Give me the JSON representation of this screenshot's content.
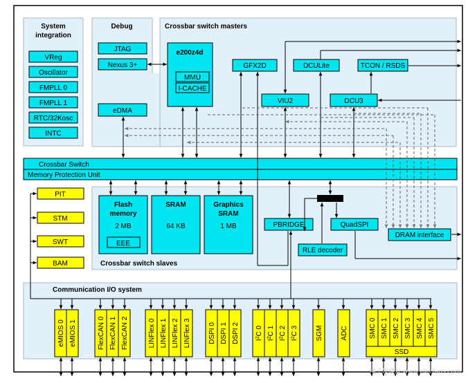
{
  "system_integration": {
    "title_line1": "System",
    "title_line2": "integration",
    "items": [
      "VReg",
      "Oscillator",
      "FMPLL 0",
      "FMPLL 1",
      "RTC/32Kosc",
      "INTC"
    ]
  },
  "debug": {
    "title": "Debug",
    "items": [
      "JTAG",
      "Nexus 3+"
    ]
  },
  "masters": {
    "title": "Crossbar switch masters",
    "core": {
      "title": "e200z4d",
      "items": [
        "MMU",
        "I-CACHE"
      ]
    },
    "edma": "eDMA",
    "gfx2d": "GFX2D",
    "dculite": "DCULite",
    "tcon": "TCON / RSDS",
    "viu2": "VIU2",
    "dcu3": "DCU3"
  },
  "crossbar": {
    "switch_label": "Crossbar Switch",
    "mpu_label": "Memory Protection Unit"
  },
  "timers": [
    "PIT",
    "STM",
    "SWT",
    "BAM"
  ],
  "slaves": {
    "title": "Crossbar switch slaves",
    "flash": {
      "line1": "Flash",
      "line2": "memory",
      "size": "2 MB",
      "sub": "EEE"
    },
    "sram": {
      "title": "SRAM",
      "size": "64 KB"
    },
    "gsram": {
      "line1": "Graphics",
      "line2": "SRAM",
      "size": "1 MB"
    },
    "pbridge": "PBRIDGE",
    "quadspi": "QuadSPI",
    "rle": "RLE decoder",
    "dram": "DRAM interface"
  },
  "comm": {
    "title": "Communication I/O system",
    "emios": [
      "eMIOS 0",
      "eMIOS 1"
    ],
    "flexcan": [
      "FlexCAN 0",
      "FlexCAN 1",
      "FlexCAN 2"
    ],
    "linflex": [
      "LINFlex 0",
      "LINFlex 1",
      "LINFlex 2",
      "LINFlex 3"
    ],
    "dspi": [
      "DSPI 0",
      "DSPI 1",
      "DSPI 2"
    ],
    "i2c_prefix": "I",
    "i2c_sup": "2",
    "i2c": [
      "C 0",
      "C 1",
      "C 2",
      "C 3"
    ],
    "sgm": "SGM",
    "adc": "ADC",
    "smc": [
      "SMC 0",
      "SMC 1",
      "SMC 2",
      "SMC 3",
      "SMC 4",
      "SMC 5"
    ],
    "ssd": "SSD"
  },
  "watermark": "电子发烧友 www.elecfans.com"
}
